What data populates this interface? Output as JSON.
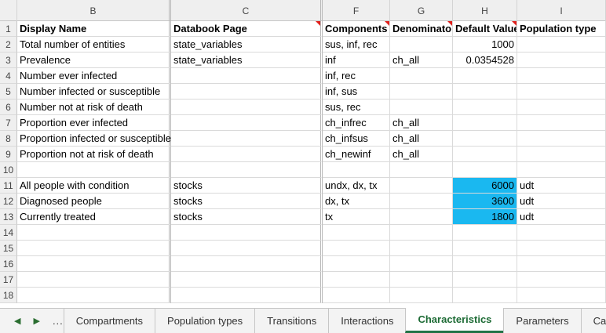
{
  "columns": [
    "",
    "B",
    "C",
    "F",
    "G",
    "H",
    "I"
  ],
  "rows": [
    {
      "n": "1",
      "b": "Display Name",
      "c": "Databook Page",
      "f": "Components",
      "g": "Denominator",
      "h": "Default Value",
      "i": "Population type"
    },
    {
      "n": "2",
      "b": "Total number of entities",
      "c": "state_variables",
      "f": "sus, inf, rec",
      "g": "",
      "h": "1000",
      "i": ""
    },
    {
      "n": "3",
      "b": "Prevalence",
      "c": "state_variables",
      "f": "inf",
      "g": "ch_all",
      "h": "0.0354528",
      "i": ""
    },
    {
      "n": "4",
      "b": "Number ever infected",
      "c": "",
      "f": "inf, rec",
      "g": "",
      "h": "",
      "i": ""
    },
    {
      "n": "5",
      "b": "Number infected or susceptible",
      "c": "",
      "f": "inf, sus",
      "g": "",
      "h": "",
      "i": ""
    },
    {
      "n": "6",
      "b": "Number not at risk of death",
      "c": "",
      "f": "sus, rec",
      "g": "",
      "h": "",
      "i": ""
    },
    {
      "n": "7",
      "b": "Proportion ever infected",
      "c": "",
      "f": "ch_infrec",
      "g": "ch_all",
      "h": "",
      "i": ""
    },
    {
      "n": "8",
      "b": "Proportion infected or susceptible",
      "c": "",
      "f": "ch_infsus",
      "g": "ch_all",
      "h": "",
      "i": ""
    },
    {
      "n": "9",
      "b": "Proportion not at risk of death",
      "c": "",
      "f": "ch_newinf",
      "g": "ch_all",
      "h": "",
      "i": ""
    },
    {
      "n": "10",
      "b": "",
      "c": "",
      "f": "",
      "g": "",
      "h": "",
      "i": ""
    },
    {
      "n": "11",
      "b": "All people with condition",
      "c": "stocks",
      "f": "undx, dx, tx",
      "g": "",
      "h": "6000",
      "i": "udt"
    },
    {
      "n": "12",
      "b": "Diagnosed people",
      "c": "stocks",
      "f": "dx, tx",
      "g": "",
      "h": "3600",
      "i": "udt"
    },
    {
      "n": "13",
      "b": "Currently treated",
      "c": "stocks",
      "f": "tx",
      "g": "",
      "h": "1800",
      "i": "udt"
    },
    {
      "n": "14",
      "b": "",
      "c": "",
      "f": "",
      "g": "",
      "h": "",
      "i": ""
    },
    {
      "n": "15",
      "b": "",
      "c": "",
      "f": "",
      "g": "",
      "h": "",
      "i": ""
    },
    {
      "n": "16",
      "b": "",
      "c": "",
      "f": "",
      "g": "",
      "h": "",
      "i": ""
    },
    {
      "n": "17",
      "b": "",
      "c": "",
      "f": "",
      "g": "",
      "h": "",
      "i": ""
    },
    {
      "n": "18",
      "b": "",
      "c": "",
      "f": "",
      "g": "",
      "h": "",
      "i": ""
    }
  ],
  "highlight_color": "#1ab8f0",
  "tab_nav": {
    "prev_icon": "triangle-left-icon",
    "next_icon": "triangle-right-icon",
    "prev": "◀",
    "next": "▶",
    "more": "..."
  },
  "tabs": [
    "Compartments",
    "Population types",
    "Transitions",
    "Interactions",
    "Characteristics",
    "Parameters",
    "Cas"
  ],
  "active_tab": "Characteristics"
}
